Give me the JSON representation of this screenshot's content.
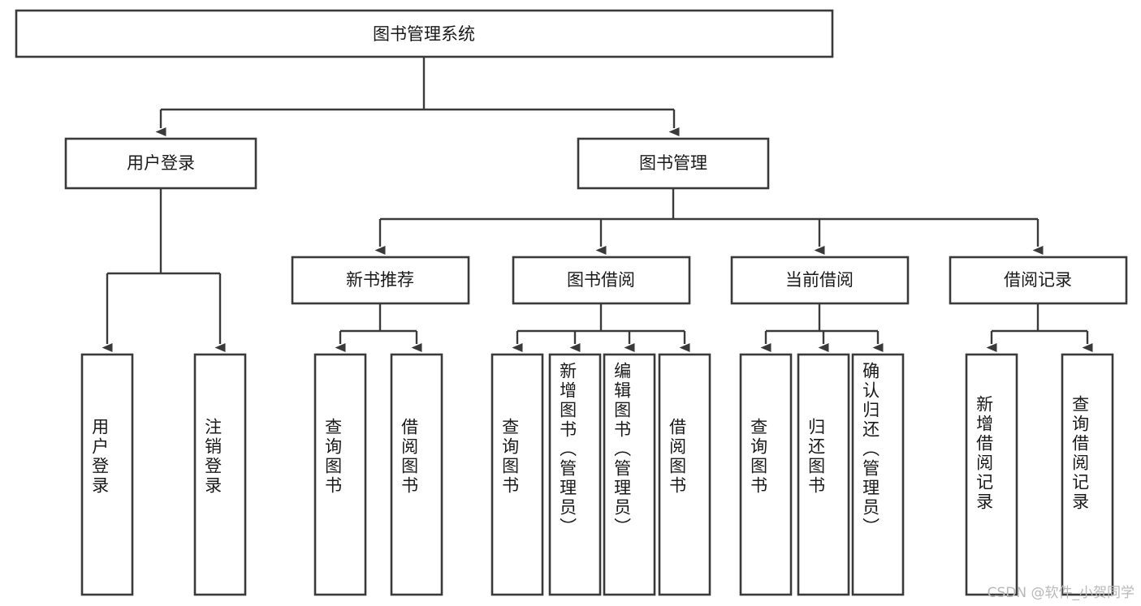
{
  "diagram": {
    "type": "tree-hierarchy-flowchart",
    "orientation": "top-down",
    "root": {
      "id": "root",
      "label": "图书管理系统"
    },
    "level2": [
      {
        "id": "user-login",
        "label": "用户登录"
      },
      {
        "id": "book-manage",
        "label": "图书管理"
      }
    ],
    "level3": [
      {
        "id": "new-book-rec",
        "label": "新书推荐",
        "parent": "book-manage"
      },
      {
        "id": "book-borrow",
        "label": "图书借阅",
        "parent": "book-manage"
      },
      {
        "id": "current-borrow",
        "label": "当前借阅",
        "parent": "book-manage"
      },
      {
        "id": "borrow-record",
        "label": "借阅记录",
        "parent": "book-manage"
      }
    ],
    "leaves": [
      {
        "id": "leaf-user-login",
        "label": "用户登录",
        "parent": "user-login",
        "tall": false
      },
      {
        "id": "leaf-user-logout",
        "label": "注销登录",
        "parent": "user-login",
        "tall": false
      },
      {
        "id": "leaf-query-book-rec",
        "label": "查询图书",
        "parent": "new-book-rec",
        "tall": false
      },
      {
        "id": "leaf-borrow-book-rec",
        "label": "借阅图书",
        "parent": "new-book-rec",
        "tall": false
      },
      {
        "id": "leaf-query-book-borrow",
        "label": "查询图书",
        "parent": "book-borrow",
        "tall": false
      },
      {
        "id": "leaf-add-book",
        "label": "新增图书（管理员）",
        "parent": "book-borrow",
        "tall": true
      },
      {
        "id": "leaf-edit-book",
        "label": "编辑图书（管理员）",
        "parent": "book-borrow",
        "tall": true
      },
      {
        "id": "leaf-borrow-book",
        "label": "借阅图书",
        "parent": "book-borrow",
        "tall": false
      },
      {
        "id": "leaf-query-book-cur",
        "label": "查询图书",
        "parent": "current-borrow",
        "tall": false
      },
      {
        "id": "leaf-return-book",
        "label": "归还图书",
        "parent": "current-borrow",
        "tall": false
      },
      {
        "id": "leaf-confirm-return",
        "label": "确认归还（管理员）",
        "parent": "current-borrow",
        "tall": true
      },
      {
        "id": "leaf-add-record",
        "label": "新增借阅记录",
        "parent": "borrow-record",
        "tall": false
      },
      {
        "id": "leaf-query-record",
        "label": "查询借阅记录",
        "parent": "borrow-record",
        "tall": false
      }
    ],
    "colors": {
      "stroke": "#3a3a3a",
      "fill": "#ffffff",
      "text": "#1a1a1a",
      "watermark": "#b9b9b9",
      "background": "#ffffff"
    }
  },
  "watermark": {
    "text": "CSDN @软件_小贺同学"
  }
}
